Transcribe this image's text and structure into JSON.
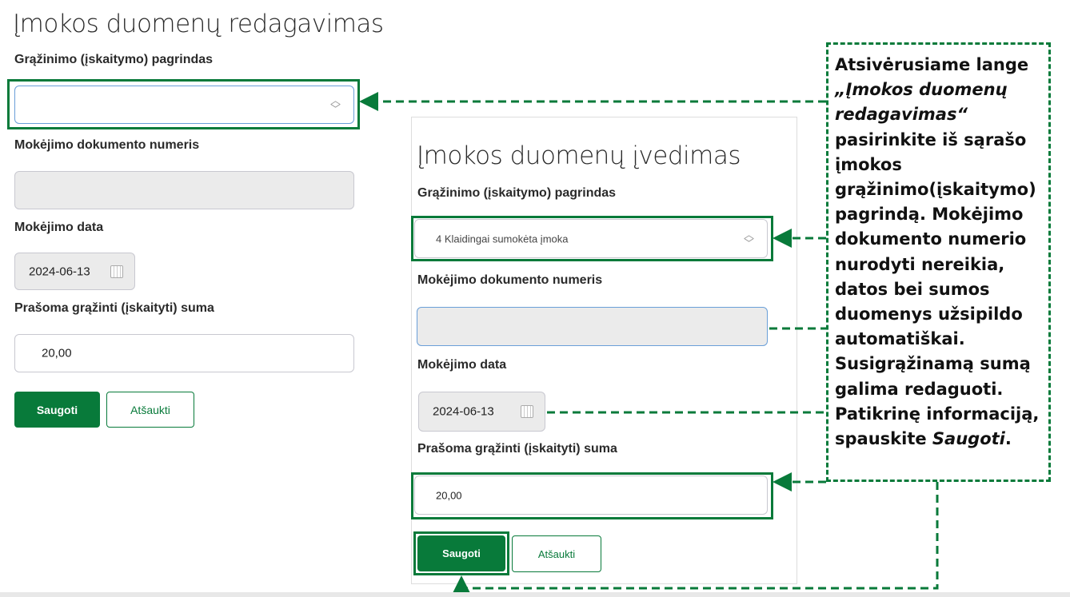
{
  "left_form": {
    "title": "Įmokos duomenų redagavimas",
    "basis_label": "Grąžinimo (įskaitymo) pagrindas",
    "basis_value": "",
    "doc_number_label": "Mokėjimo dokumento numeris",
    "date_label": "Mokėjimo data",
    "date_value": "2024-06-13",
    "amount_label": "Prašoma grąžinti (įskaityti) suma",
    "amount_value": "20,00",
    "save_label": "Saugoti",
    "cancel_label": "Atšaukti"
  },
  "right_form": {
    "title": "Įmokos duomenų įvedimas",
    "basis_label": "Grąžinimo (įskaitymo) pagrindas",
    "basis_value": "4 Klaidingai sumokėta įmoka",
    "doc_number_label": "Mokėjimo dokumento numeris",
    "date_label": "Mokėjimo data",
    "date_value": "2024-06-13",
    "amount_label": "Prašoma grąžinti (įskaityti) suma",
    "amount_value": "20,00",
    "save_label": "Saugoti",
    "cancel_label": "Atšaukti"
  },
  "callout": {
    "t1": "Atsivėrusiame lange ",
    "t2": "„Įmokos duomenų redagavimas“",
    "t3": " pasirinkite iš sąrašo įmokos grąžinimo(įskaitymo) pagrindą. Mokėjimo dokumento numerio nurodyti nereikia, datos bei sumos duomenys užsipildo automatiškai. Susigrąžinamą sumą galima redaguoti. Patikrinę informaciją, spauskite ",
    "t4": "Saugoti",
    "t5": "."
  },
  "colors": {
    "accent": "#087a3a"
  }
}
